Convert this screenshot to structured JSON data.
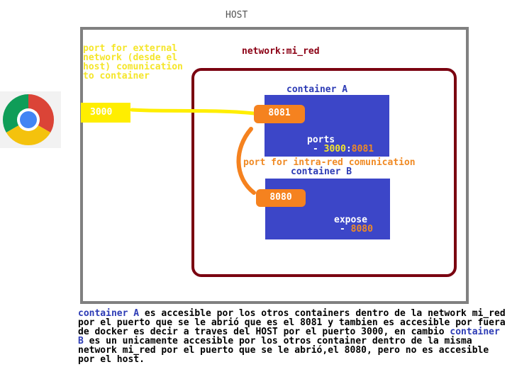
{
  "host": {
    "label": "HOST"
  },
  "external_port_note": "port for external network (desde el host) comunication to container",
  "network": {
    "label": "network:mi_red"
  },
  "container_a": {
    "title": "container A",
    "ports_label": "ports",
    "ports_prefix": "- ",
    "ports_host": "3000",
    "ports_sep": ":",
    "ports_container": "8081"
  },
  "intra_note": "port for intra-red comunication",
  "container_b": {
    "title": "container B",
    "expose_label": "expose",
    "expose_prefix": "- ",
    "expose_port": "8080"
  },
  "pills": {
    "host_port": "3000",
    "port_a": "8081",
    "port_b": "8080"
  },
  "description": {
    "p1": "container A",
    "p2": " es accesible por los otros containers dentro de la network mi_red por el puerto que se le abrió que es el 8081 y tambien es accesible por fuera de docker es decir a traves del HOST por el puerto 3000, en cambio ",
    "p3": "container B",
    "p4": " es un unicamente accesible por los otros container dentro de la misma network mi_red por el puerto que se le abrió,el 8080, pero no es accesible por el host."
  },
  "colors": {
    "host_border": "#808080",
    "network_border": "#7a0010",
    "container_fill": "#3c46c8",
    "yellow": "#f5e62a",
    "orange": "#f5821f",
    "title_blue": "#2c3bb5"
  },
  "icons": {
    "browser": "chrome-icon"
  }
}
